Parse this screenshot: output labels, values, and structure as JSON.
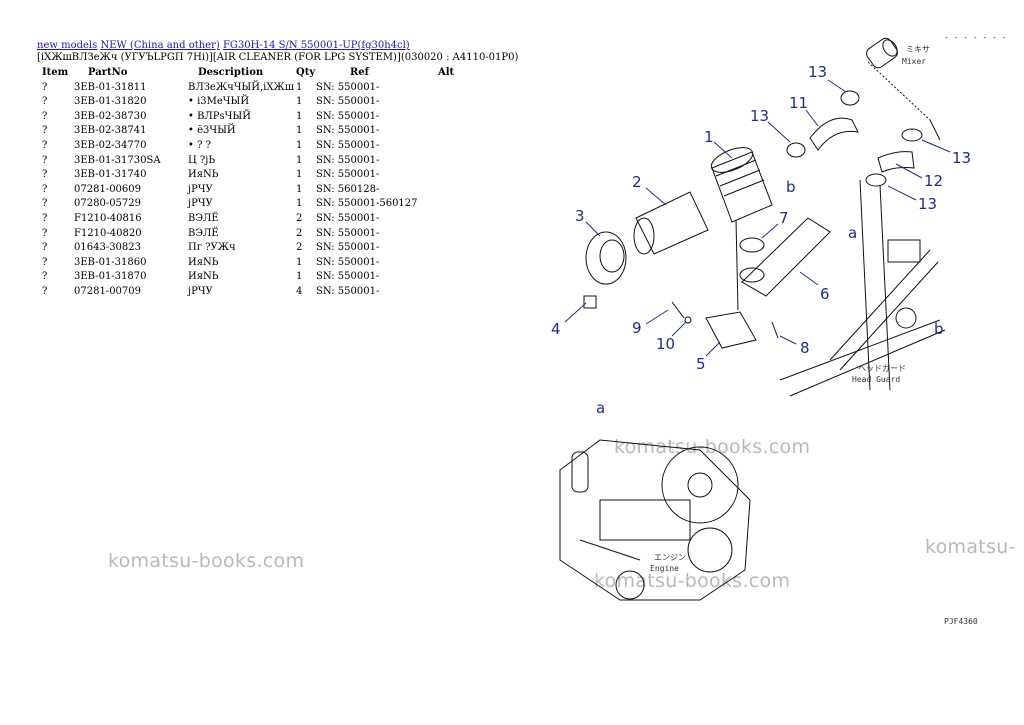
{
  "breadcrumb": {
    "links": [
      "new models",
      "NEW (China and other)",
      "FG30H-14 S/N 550001-UP(fg30h4cl)"
    ]
  },
  "subtitle": "[іХЖшВЛЗеЖч (УГУЪLPGП 7Hi)][AIR CLEANER (FOR LPG SYSTEM)](030020 : A4110-01P0)",
  "table": {
    "headers": [
      "Item",
      "PartNo",
      "Description",
      "Qty",
      "Ref",
      "Alt"
    ],
    "rows": [
      [
        "?",
        "3EB-01-31811",
        "ВЛЗеЖчЧЫЙ,іХЖш",
        "1",
        "SN: 550001-",
        ""
      ],
      [
        "?",
        "3EB-01-31820",
        "• і3МеЧЫЙ",
        "1",
        "SN: 550001-",
        ""
      ],
      [
        "?",
        "3EB-02-38730",
        "• ВЛРsЧЫЙ",
        "1",
        "SN: 550001-",
        ""
      ],
      [
        "?",
        "3EB-02-38741",
        "• ё3ЧЫЙ",
        "1",
        "SN: 550001-",
        ""
      ],
      [
        "?",
        "3EB-02-34770",
        "• ? ?",
        "1",
        "SN: 550001-",
        ""
      ],
      [
        "?",
        "3EB-01-31730SA",
        "Ц ?jЬ",
        "1",
        "SN: 550001-",
        ""
      ],
      [
        "?",
        "3EB-01-31740",
        "ИяNЬ",
        "1",
        "SN: 550001-",
        ""
      ],
      [
        "?",
        "07281-00609",
        "jРЧУ",
        "1",
        "SN: 560128-",
        ""
      ],
      [
        "?",
        "07280-05729",
        "jРЧУ",
        "1",
        "SN: 550001-560127",
        ""
      ],
      [
        "?",
        "F1210-40816",
        "ВЭЛЁ",
        "2",
        "SN: 550001-",
        ""
      ],
      [
        "?",
        "F1210-40820",
        "ВЭЛЁ",
        "2",
        "SN: 550001-",
        ""
      ],
      [
        "?",
        "01643-30823",
        "Пг ?УЖч",
        "2",
        "SN: 550001-",
        ""
      ],
      [
        "?",
        "3EB-01-31860",
        "ИяNЬ",
        "1",
        "SN: 550001-",
        ""
      ],
      [
        "?",
        "3EB-01-31870",
        "ИяNЬ",
        "1",
        "SN: 550001-",
        ""
      ],
      [
        "?",
        "07281-00709",
        "jРЧУ",
        "4",
        "SN: 550001-",
        ""
      ]
    ]
  },
  "diagram": {
    "callouts": [
      "1",
      "2",
      "3",
      "4",
      "5",
      "6",
      "7",
      "8",
      "9",
      "10",
      "11",
      "12",
      "13",
      "13",
      "13",
      "13",
      "a",
      "a",
      "b",
      "b"
    ],
    "mixer_label_jp": "ミキサ",
    "mixer_label": "Mixer",
    "head_guard_jp": "ヘッドガード",
    "head_guard": "Head Guard",
    "engine_jp": "エンジン",
    "engine": "Engine",
    "drawing_code": "PJF4360",
    "corner_code": "- - - - - - -"
  },
  "watermarks": [
    "komatsu-books.com",
    "komatsu-books.com",
    "komatsu-books.com",
    "komatsu-"
  ],
  "colors": {
    "link": "#1a1aa6",
    "callout": "#1b2e8c",
    "watermark": "#b8b8b8"
  }
}
